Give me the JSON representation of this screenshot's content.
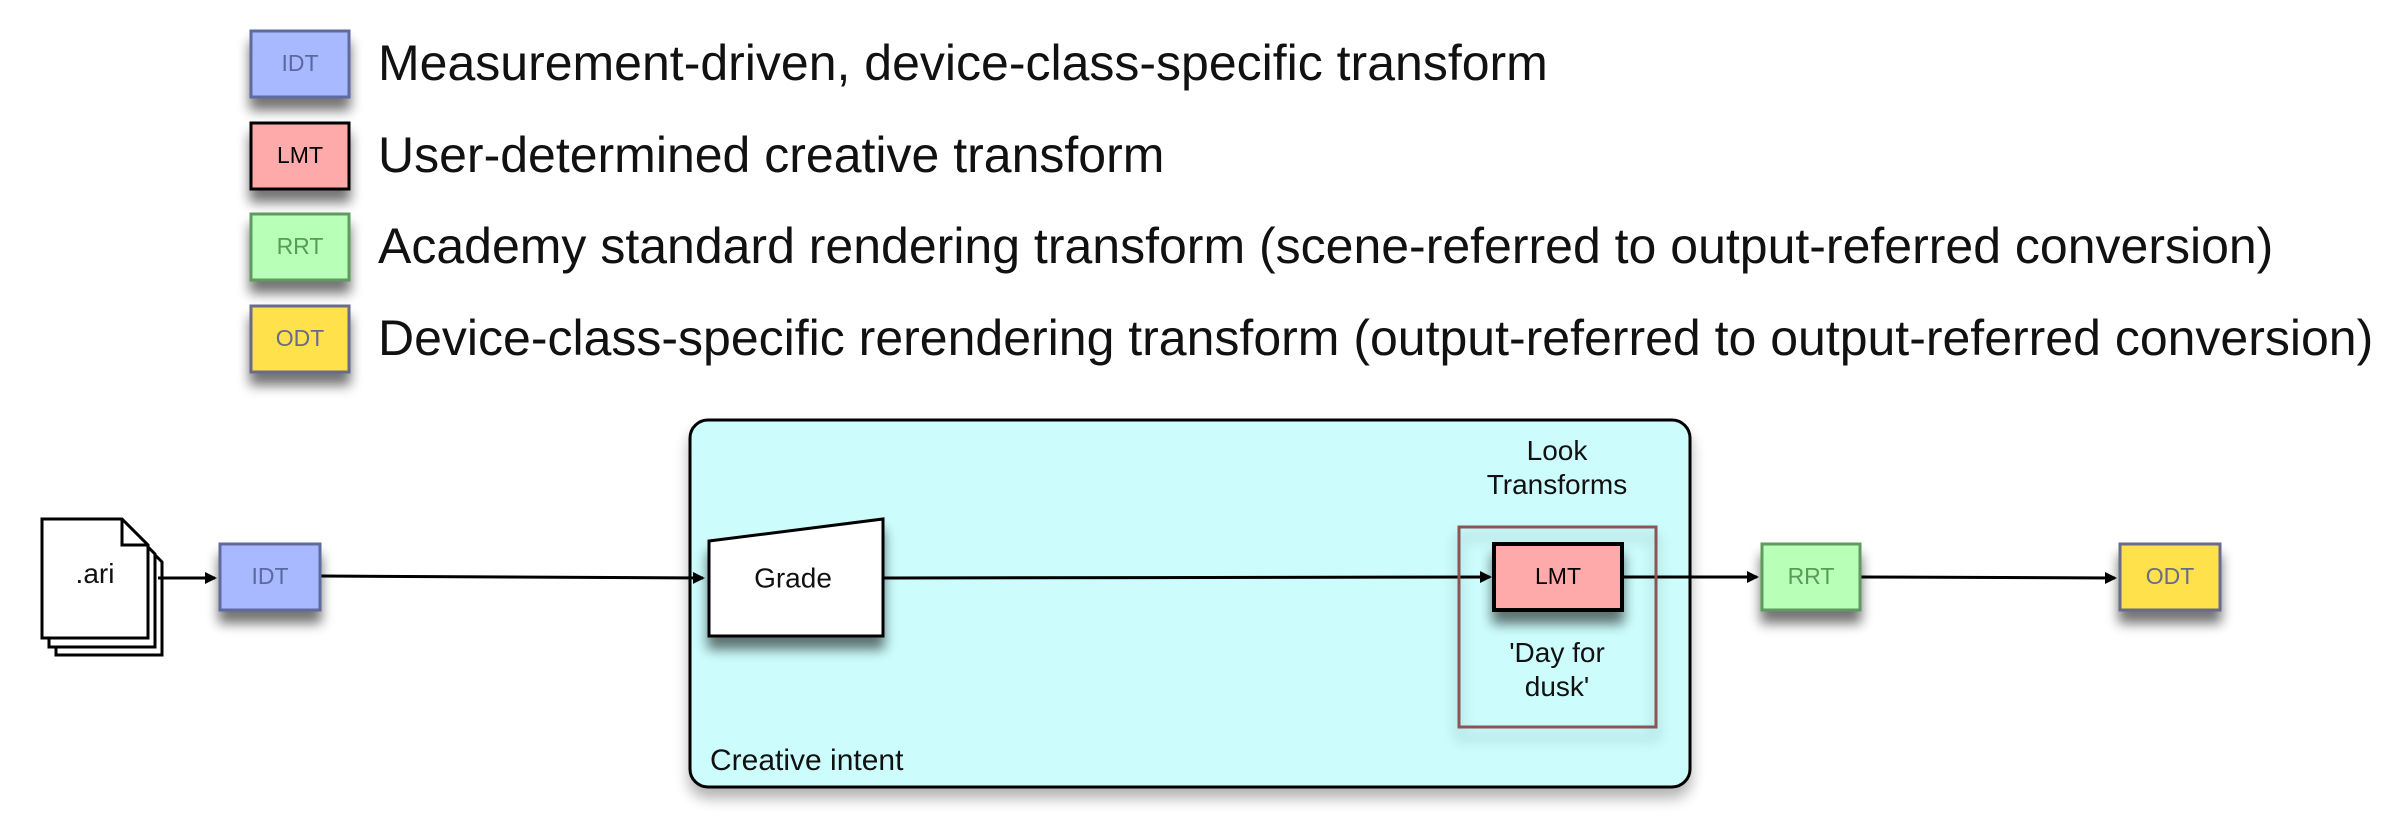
{
  "legend": [
    {
      "abbr": "IDT",
      "text": "Measurement-driven, device-class-specific transform",
      "fill": "#a9b9ff",
      "stroke": "#5e6a9e",
      "abbr_color": "#5a6aa0"
    },
    {
      "abbr": "LMT",
      "text": "User-determined creative transform",
      "fill": "#ffaaaa",
      "stroke": "#000000",
      "abbr_color": "#000000"
    },
    {
      "abbr": "RRT",
      "text": "Academy standard rendering transform (scene-referred to output-referred conversion)",
      "fill": "#b8ffb8",
      "stroke": "#5f9a5f",
      "abbr_color": "#5a9a5a"
    },
    {
      "abbr": "ODT",
      "text": "Device-class-specific rerendering transform (output-referred to output-referred conversion)",
      "fill": "#ffe14c",
      "stroke": "#6a6a8a",
      "abbr_color": "#6a6a8a"
    }
  ],
  "pipeline": {
    "source_label": ".ari",
    "idt_label": "IDT",
    "grade_label": "Grade",
    "look_title_line1": "Look",
    "look_title_line2": "Transforms",
    "lmt_label": "LMT",
    "lmt_caption_line1": "'Day for",
    "lmt_caption_line2": "dusk'",
    "creative_label": "Creative intent",
    "rrt_label": "RRT",
    "odt_label": "ODT"
  },
  "colors": {
    "creative_fill": "#ccfcfc",
    "look_border": "#8a5555",
    "shadow": "#8a8a8a"
  }
}
